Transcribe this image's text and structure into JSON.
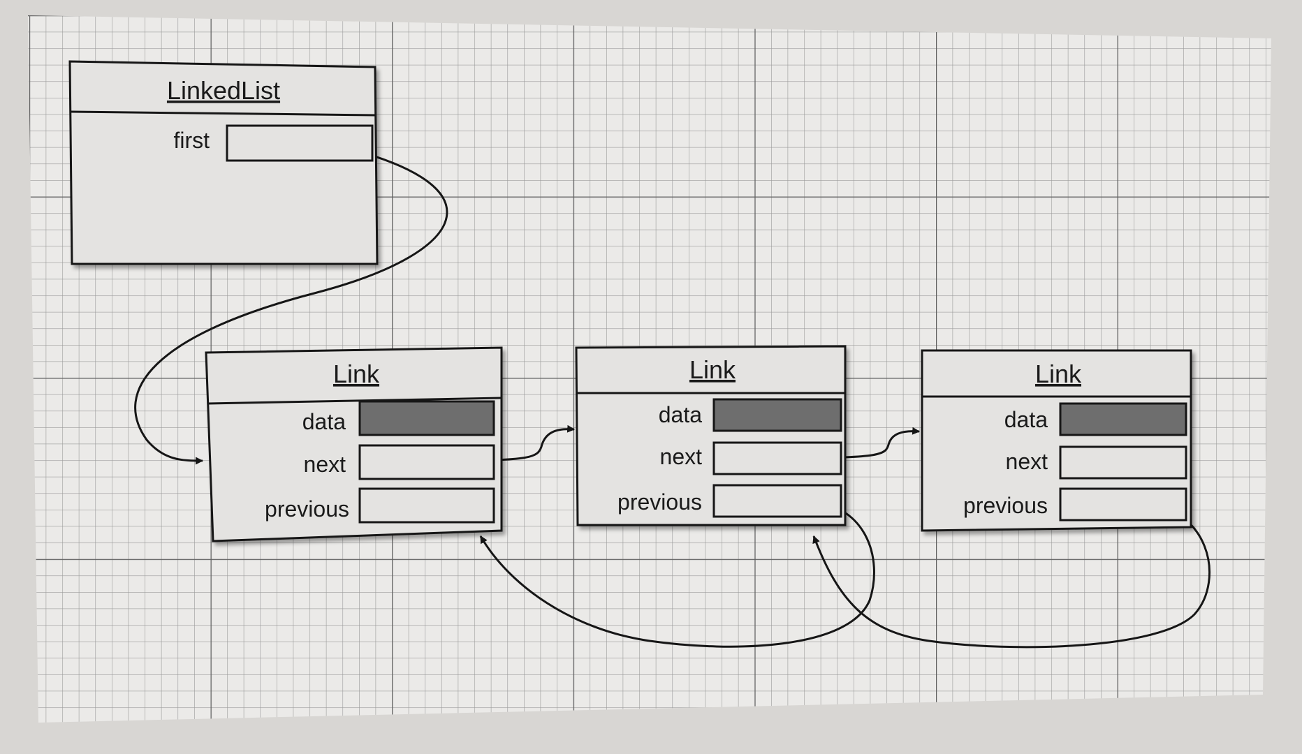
{
  "linked_list": {
    "title": "LinkedList",
    "fields": [
      "first"
    ]
  },
  "links": [
    {
      "title": "Link",
      "fields": [
        "data",
        "next",
        "previous"
      ]
    },
    {
      "title": "Link",
      "fields": [
        "data",
        "next",
        "previous"
      ]
    },
    {
      "title": "Link",
      "fields": [
        "data",
        "next",
        "previous"
      ]
    }
  ],
  "colors": {
    "paper": "#ebeae8",
    "grid_fine": "#9a9a9a",
    "grid_major": "#5f5f5f",
    "box_fill": "#e4e3e1",
    "data_fill": "#6e6e6e",
    "outline": "#161616"
  }
}
